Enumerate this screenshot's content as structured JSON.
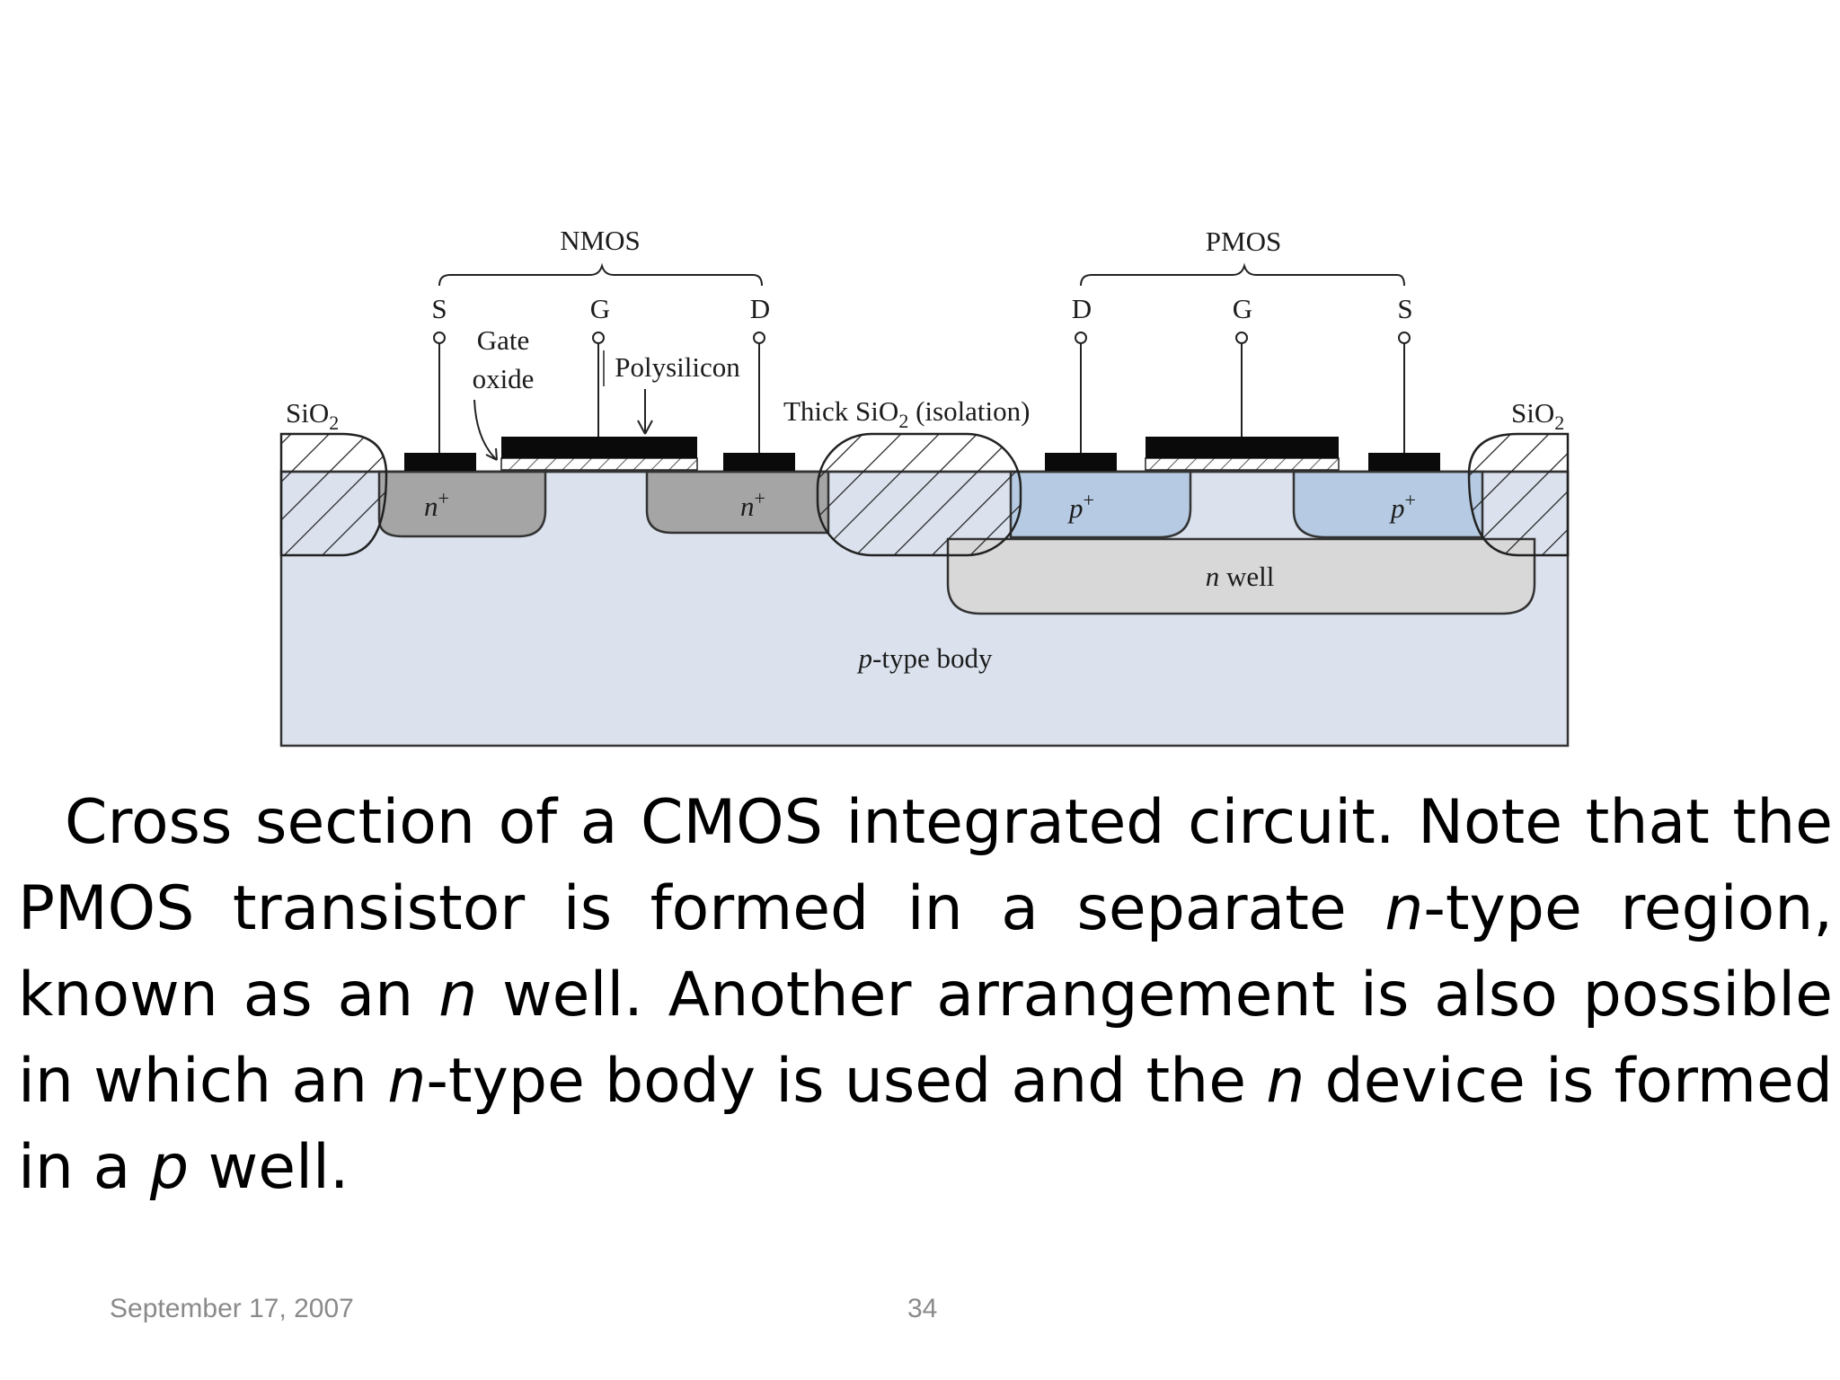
{
  "diagram": {
    "labels": {
      "nmos": "NMOS",
      "pmos": "PMOS",
      "nmos_s": "S",
      "nmos_g": "G",
      "nmos_d": "D",
      "pmos_d": "D",
      "pmos_g": "G",
      "pmos_s": "S",
      "gate_oxide_1": "Gate",
      "gate_oxide_2": "oxide",
      "polysilicon": "Polysilicon",
      "sio2_left": "SiO",
      "sio2_right": "SiO",
      "thick_sio2": "Thick SiO",
      "thick_sio2_tail": " (isolation)",
      "subscript_2": "2",
      "n_plus": "n",
      "p_plus": "p",
      "plus": "+",
      "n_well_n": "n",
      "n_well_rest": " well",
      "body_p": "p",
      "body_rest": "-type body"
    },
    "colors": {
      "body": "#dbe2ee",
      "n_plus": "#a5a5a5",
      "p_plus": "#b6cbe3",
      "n_well": "#d8d8d8",
      "metal": "#0a0a0a",
      "oxide_fill": "#ffffff",
      "outline": "#333333"
    }
  },
  "caption": {
    "s1": "Cross section of a CMOS integrated circuit.  Note that the PMOS transistor is formed in a separate ",
    "i1": "n",
    "s2": "-type region, known as an ",
    "i2": "n",
    "s3": " well.  Another arrangement is also possible in which an ",
    "i3": "n",
    "s4": "-type body is used and the ",
    "i4": "n",
    "s5": " device is formed in a ",
    "i5": "p",
    "s6": " well."
  },
  "footer": {
    "date": "September 17, 2007",
    "page": "34"
  }
}
